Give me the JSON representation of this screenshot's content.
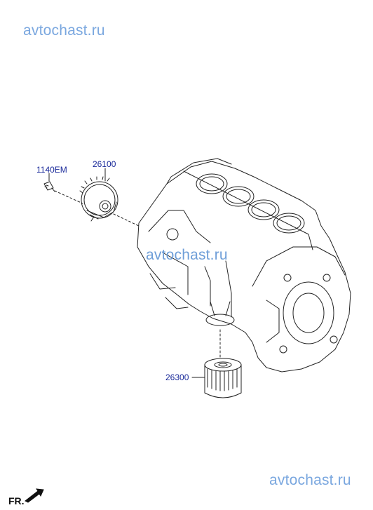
{
  "watermarks": [
    "avtochast.ru",
    "avtochast.ru",
    "avtochast.ru"
  ],
  "callouts": {
    "bolt": "1140EM",
    "oil_pump": "26100",
    "oil_filter": "26300"
  },
  "orientation_label": "FR.",
  "colors": {
    "watermark": "#7aa7df",
    "callout_text": "#1a2a9a",
    "line_art": "#222222"
  }
}
